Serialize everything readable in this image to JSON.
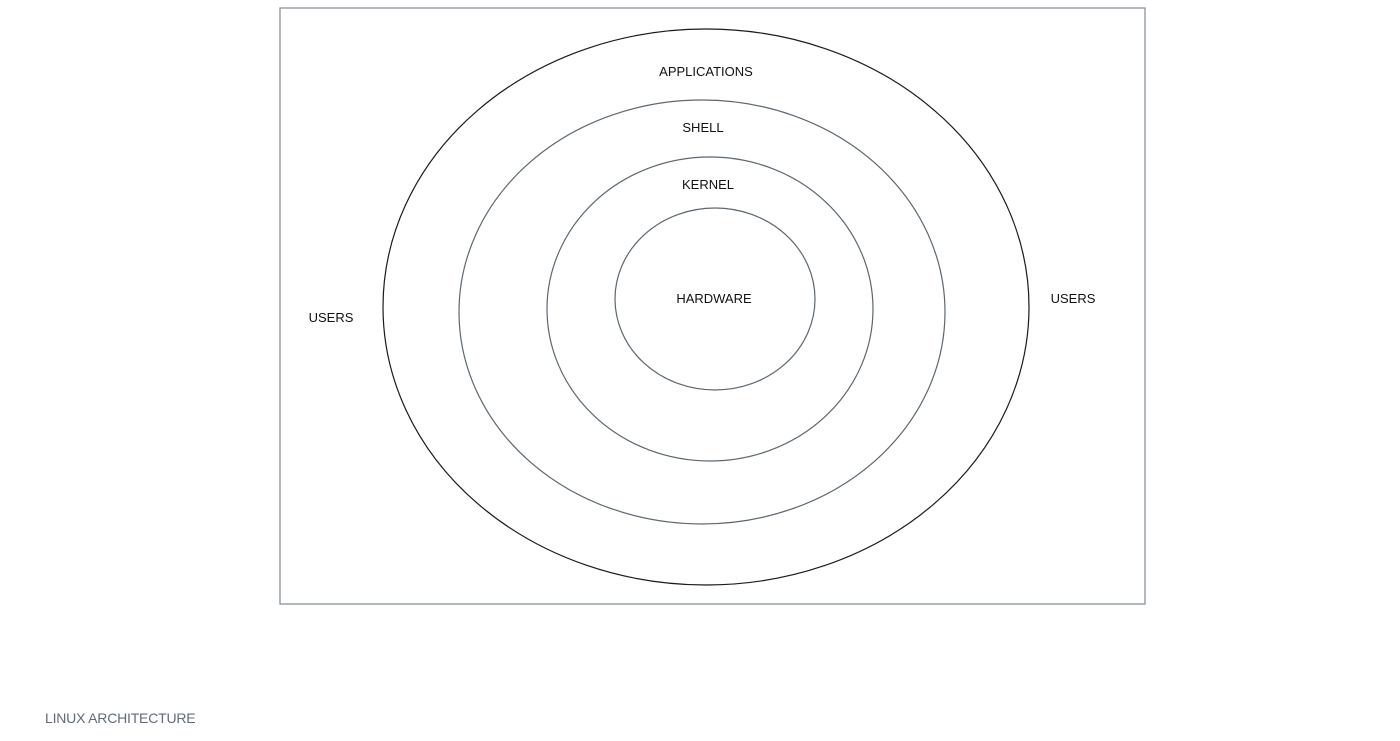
{
  "diagram": {
    "layers": [
      {
        "label": "APPLICATIONS",
        "stroke": "#1a1a1a"
      },
      {
        "label": "SHELL",
        "stroke": "#5c6770"
      },
      {
        "label": "KERNEL",
        "stroke": "#5c6770"
      },
      {
        "label": "HARDWARE",
        "stroke": "#5c6770"
      }
    ],
    "users_left": "USERS",
    "users_right": "USERS",
    "frame_color": "#7f8a94"
  },
  "caption": "LINUX ARCHITECTURE"
}
